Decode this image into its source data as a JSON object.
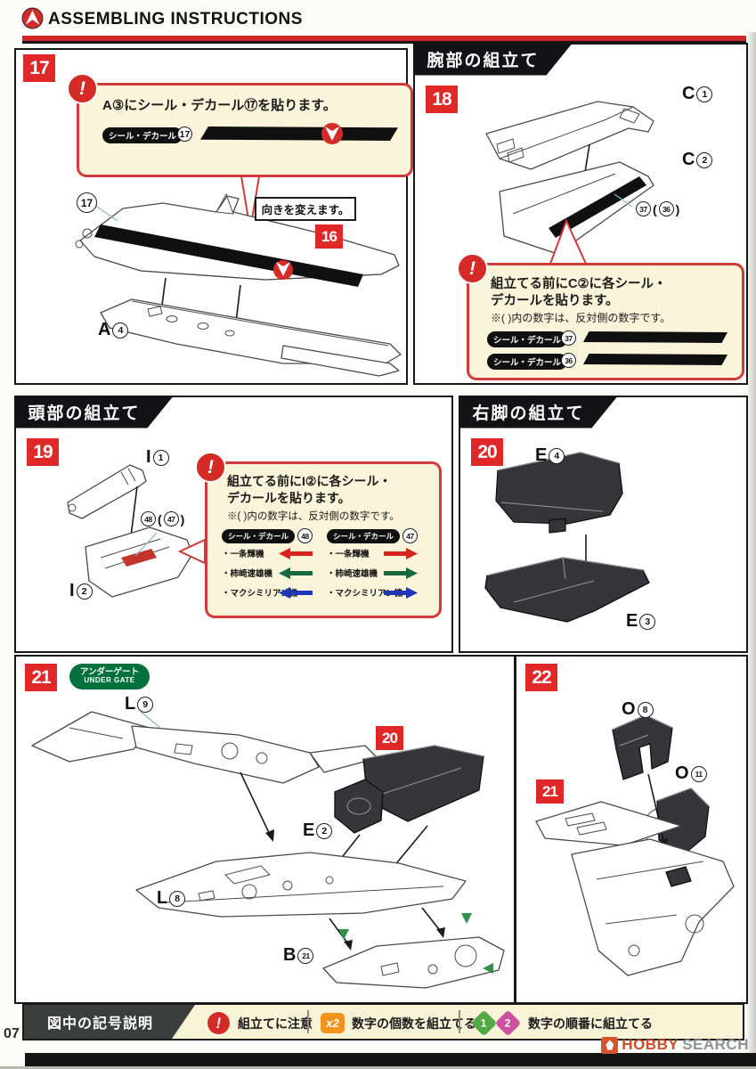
{
  "header": {
    "title": "ASSEMBLING INSTRUCTIONS"
  },
  "common": {
    "alert": "!",
    "decal_pill": "シール・デカール",
    "opposite_note": "※( )内の数字は、反対側の数字です。",
    "paren_open": "(",
    "paren_close": ")"
  },
  "icons": {
    "header_logo": "unspacy-kite-roundel",
    "alert": "exclamation-circle",
    "decal_roundel": "kite-roundel",
    "hobbysearch_logo": "flame-square"
  },
  "colors": {
    "accent_red": "#df2827",
    "callout_bg": "#faf4da",
    "callout_border": "#cf3a3a",
    "banner_black": "#131316",
    "undergate_green": "#00713c",
    "x2_orange": "#f0941d",
    "order_green": "#53a943",
    "order_pink": "#cc4fa0",
    "arrow_red": "#d6251f",
    "arrow_green": "#17693f",
    "arrow_blue": "#2036b8",
    "hobby_orange": "#c8502c"
  },
  "step17": {
    "num": "17",
    "callout_text": "A③にシール・デカール⑰を貼ります。",
    "decal_num": "17",
    "label_17": "17",
    "direction_note": "向きを変えます。",
    "ref16": "16",
    "partA_letter": "A",
    "partA_num": "4"
  },
  "step18": {
    "num": "18",
    "title": "腕部の組立て",
    "c1_letter": "C",
    "c1_num": "1",
    "c2_letter": "C",
    "c2_num": "2",
    "ref37": "37",
    "ref36": "36",
    "callout_line1": "組立てる前にC②に各シール・",
    "callout_line2": "デカールを貼ります。",
    "decal1": "37",
    "decal2": "36"
  },
  "step19": {
    "num": "19",
    "title": "頭部の組立て",
    "i1_letter": "I",
    "i1_num": "1",
    "i2_letter": "I",
    "i2_num": "2",
    "ref48": "48",
    "ref47": "47",
    "callout_line1": "組立てる前にI②に各シール・",
    "callout_line2": "デカールを貼ります。",
    "decal48": "48",
    "decal47": "47",
    "machines": [
      {
        "name": "・一条輝機"
      },
      {
        "name": "・柿崎速雄機"
      },
      {
        "name": "・マクシミリアン機"
      }
    ]
  },
  "step20": {
    "num": "20",
    "title": "右脚の組立て",
    "e4_letter": "E",
    "e4_num": "4",
    "e3_letter": "E",
    "e3_num": "3"
  },
  "step21": {
    "num": "21",
    "undergate_jp": "アンダーゲート",
    "undergate_en": "UNDER GATE",
    "l9_letter": "L",
    "l9_num": "9",
    "l8_letter": "L",
    "l8_num": "8",
    "e2_letter": "E",
    "e2_num": "2",
    "b21_letter": "B",
    "b21_num": "21",
    "ref20": "20"
  },
  "step22": {
    "num": "22",
    "o8_letter": "O",
    "o8_num": "8",
    "o11_letter": "O",
    "o11_num": "11",
    "ref21": "21"
  },
  "legend": {
    "title": "図中の記号説明",
    "caution": "組立てに注意",
    "x2_icon": "x2",
    "x2_text": "数字の個数を組立てる",
    "order_icon1": "1",
    "order_icon2": "2",
    "order_text": "数字の順番に組立てる"
  },
  "footer": {
    "page_number": "07",
    "hobby": "HOBBY",
    "search": "SEARCH"
  }
}
